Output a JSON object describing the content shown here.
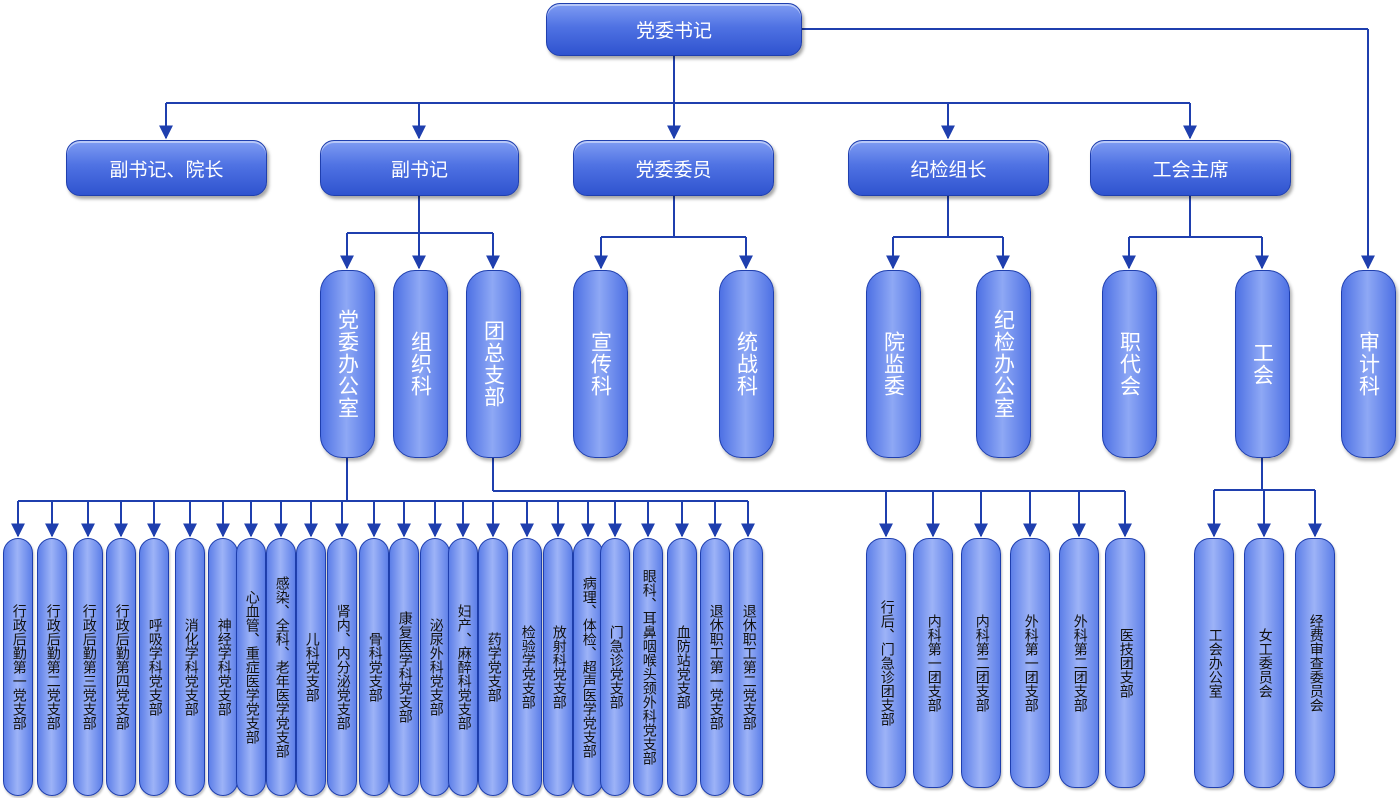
{
  "diagram": {
    "top": "党委书记",
    "level2": {
      "deputy_president": "副书记、院长",
      "deputy": "副书记",
      "committee_member": "党委委员",
      "discipline_head": "纪检组长",
      "union_chair": "工会主席"
    },
    "level3": {
      "party_office": "党委办公室",
      "organization": "组织科",
      "youth_league": "团总支部",
      "publicity": "宣传科",
      "united_front": "统战科",
      "supervision": "院监委",
      "discipline_office": "纪检办公室",
      "workers_congress": "职代会",
      "union": "工会",
      "audit": "审计科"
    },
    "party_branches": [
      "行政后勤第一党支部",
      "行政后勤第二党支部",
      "行政后勤第三党支部",
      "行政后勤第四党支部",
      "呼吸学科党支部",
      "消化学科党支部",
      "神经学科党支部",
      "心血管、重症医学党支部",
      "感染、全科、老年医学党支部",
      "儿科党支部",
      "肾内、内分泌党支部",
      "骨科党支部",
      "康复医学科党支部",
      "泌尿外科党支部",
      "妇产、麻醉科党支部",
      "药学党支部",
      "检验学党支部",
      "放射科党支部",
      "病理、体检、超声医学党支部",
      "门急诊党支部",
      "眼科、耳鼻咽喉头颈外科党支部",
      "血防站党支部",
      "退休职工第一党支部",
      "退休职工第二党支部"
    ],
    "youth_branches": [
      "行后、门急诊团支部",
      "内科第一团支部",
      "内科第二团支部",
      "外科第一团支部",
      "外科第二团支部",
      "医技团支部"
    ],
    "union_units": [
      "工会办公室",
      "女工委员会",
      "经费审查委员会"
    ]
  },
  "colors": {
    "line": "#1f3fae",
    "box_dark": "#2f53cf",
    "box_light": "#8ea8f5",
    "leaf_text": "#111111"
  }
}
